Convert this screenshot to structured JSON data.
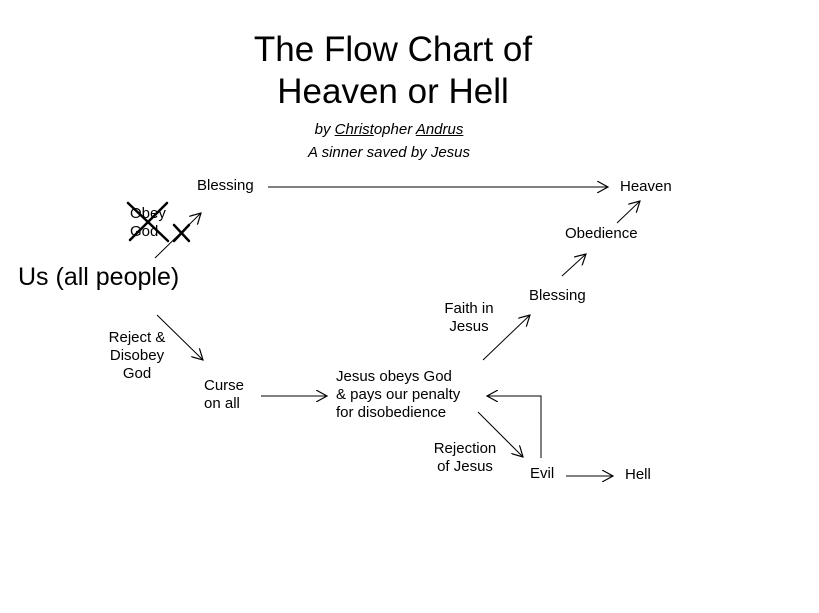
{
  "title": {
    "line1": "The Flow Chart of",
    "line2": "Heaven or Hell"
  },
  "byline": {
    "prefix": "by ",
    "name_part1": "Christ",
    "name_part2": "opher ",
    "name_part3": "Andrus",
    "tagline": "A sinner saved by Jesus"
  },
  "nodes": {
    "us": "Us (all people)",
    "blessing_top": "Blessing",
    "heaven": "Heaven",
    "obedience": "Obedience",
    "blessing_mid": "Blessing",
    "curse_line1": "Curse",
    "curse_line2": "on all",
    "jesus_line1": "Jesus obeys God",
    "jesus_line2": "& pays our penalty",
    "jesus_line3": "for disobedience",
    "evil": "Evil",
    "hell": "Hell"
  },
  "edge_labels": {
    "obey_line1": "Obey",
    "obey_line2": "God",
    "reject_line1": "Reject &",
    "reject_line2": "Disobey",
    "reject_line3": "God",
    "faith_line1": "Faith in",
    "faith_line2": "Jesus",
    "rejection_line1": "Rejection",
    "rejection_line2": "of Jesus"
  },
  "colors": {
    "ink": "#000000",
    "background": "#ffffff"
  }
}
